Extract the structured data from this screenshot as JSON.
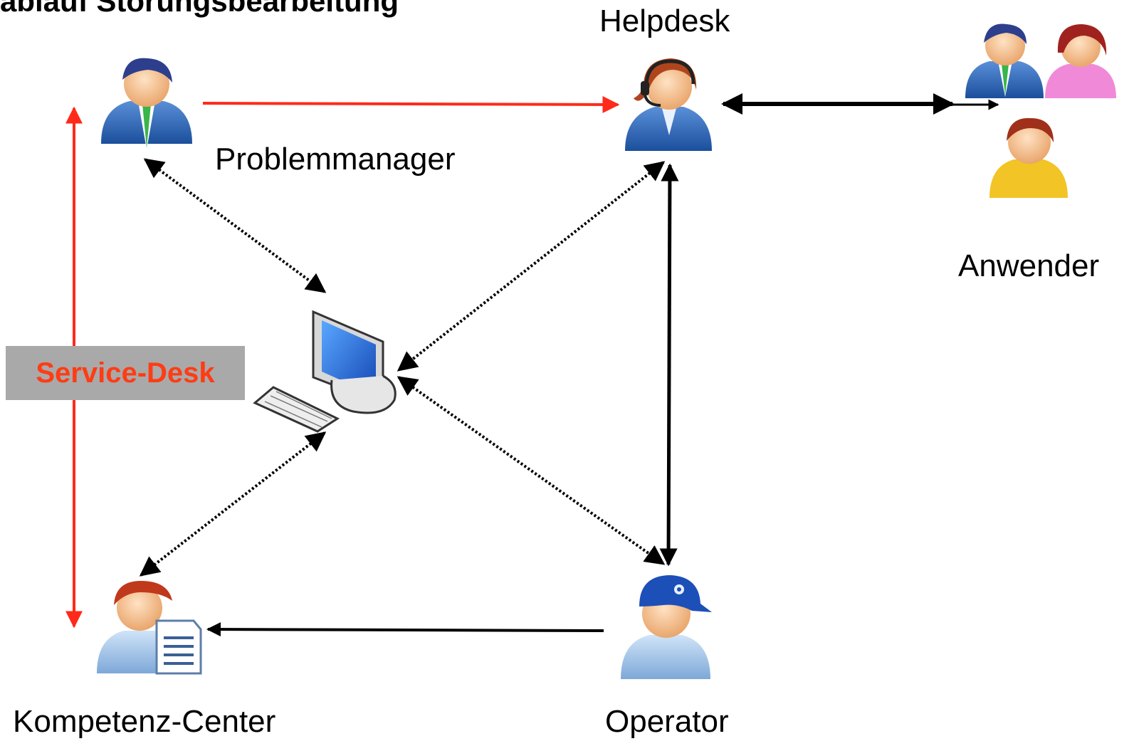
{
  "title": "ablauf Störungsbearbeitung",
  "nodes": {
    "helpdesk": "Helpdesk",
    "problemmanager": "Problemmanager",
    "anwender": "Anwender",
    "kompetenz_center": "Kompetenz-Center",
    "operator": "Operator",
    "service_desk": "Service-Desk"
  },
  "colors": {
    "accent_red": "#ff2a1a",
    "service_desk_text": "#ff3c14",
    "service_desk_bg": "#a9a9a9",
    "line_black": "#000000"
  },
  "icons": {
    "problemmanager": "businessman-tie-icon",
    "helpdesk": "headset-agent-icon",
    "anwender": "user-group-icon",
    "computer": "desktop-computer-icon",
    "kompetenz_center": "person-document-icon",
    "operator": "person-cap-icon"
  }
}
